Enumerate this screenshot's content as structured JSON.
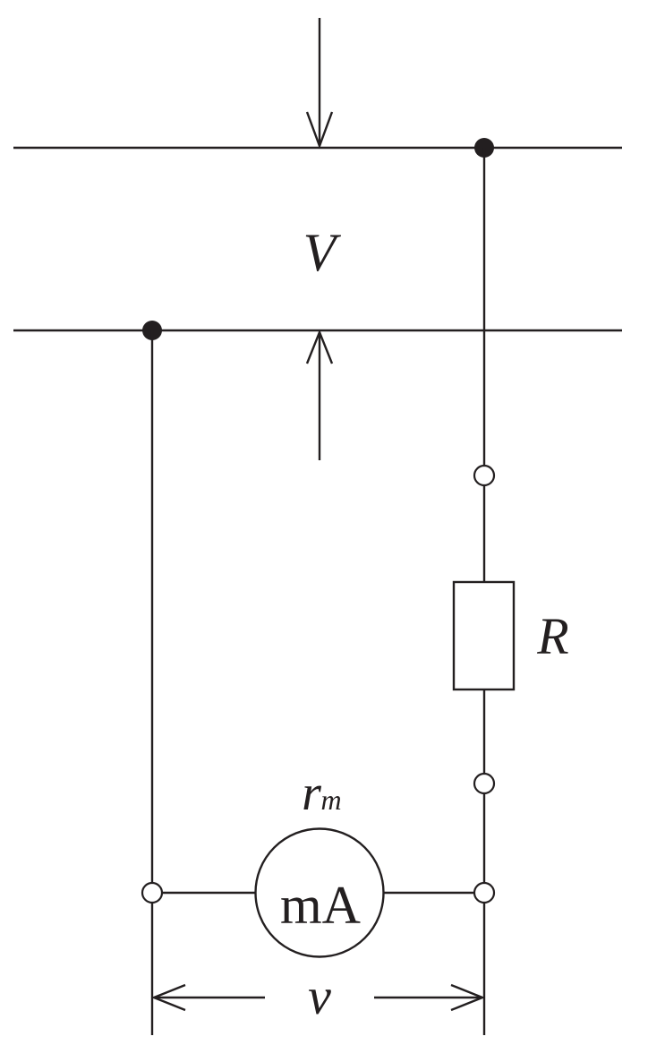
{
  "labels": {
    "line_voltage": "V",
    "resistor": "R",
    "meter_resistance_base": "r",
    "meter_resistance_sub": "m",
    "meter": "mA",
    "measured_voltage": "v"
  },
  "colors": {
    "ink": "#231f20",
    "background": "#ffffff"
  }
}
